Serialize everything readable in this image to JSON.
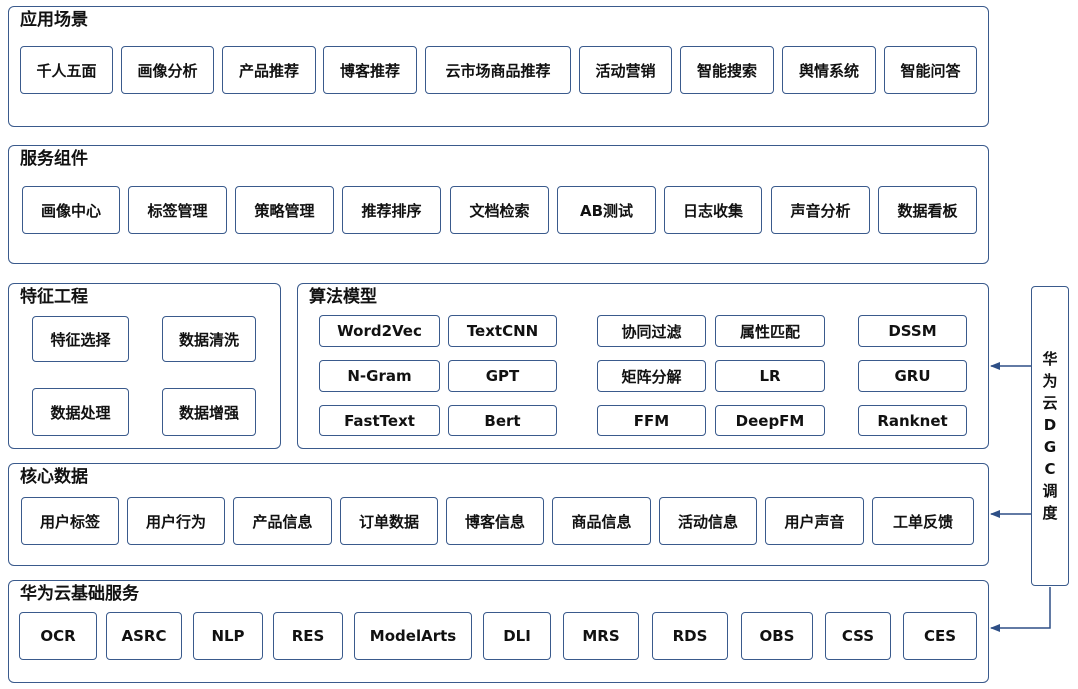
{
  "sections": {
    "scenes": {
      "title": "应用场景",
      "items": [
        "千人五面",
        "画像分析",
        "产品推荐",
        "博客推荐",
        "云市场商品推荐",
        "活动营销",
        "智能搜索",
        "舆情系统",
        "智能问答"
      ]
    },
    "services": {
      "title": "服务组件",
      "items": [
        "画像中心",
        "标签管理",
        "策略管理",
        "推荐排序",
        "文档检索",
        "AB测试",
        "日志收集",
        "声音分析",
        "数据看板"
      ]
    },
    "features": {
      "title": "特征工程",
      "items": [
        "特征选择",
        "数据清洗",
        "数据处理",
        "数据增强"
      ]
    },
    "algorithms": {
      "title": "算法模型",
      "items": [
        "Word2Vec",
        "TextCNN",
        "协同过滤",
        "属性匹配",
        "DSSM",
        "N-Gram",
        "GPT",
        "矩阵分解",
        "LR",
        "GRU",
        "FastText",
        "Bert",
        "FFM",
        "DeepFM",
        "Ranknet"
      ]
    },
    "core_data": {
      "title": "核心数据",
      "items": [
        "用户标签",
        "用户行为",
        "产品信息",
        "订单数据",
        "博客信息",
        "商品信息",
        "活动信息",
        "用户声音",
        "工单反馈"
      ]
    },
    "cloud": {
      "title": "华为云基础服务",
      "items": [
        "OCR",
        "ASRC",
        "NLP",
        "RES",
        "ModelArts",
        "DLI",
        "MRS",
        "RDS",
        "OBS",
        "CSS",
        "CES"
      ]
    }
  },
  "scheduler": {
    "label": [
      "华",
      "为",
      "云",
      "D",
      "G",
      "C",
      "调",
      "度"
    ]
  },
  "colors": {
    "border": "#3a5a8c",
    "arrow": "#2e4f86"
  }
}
